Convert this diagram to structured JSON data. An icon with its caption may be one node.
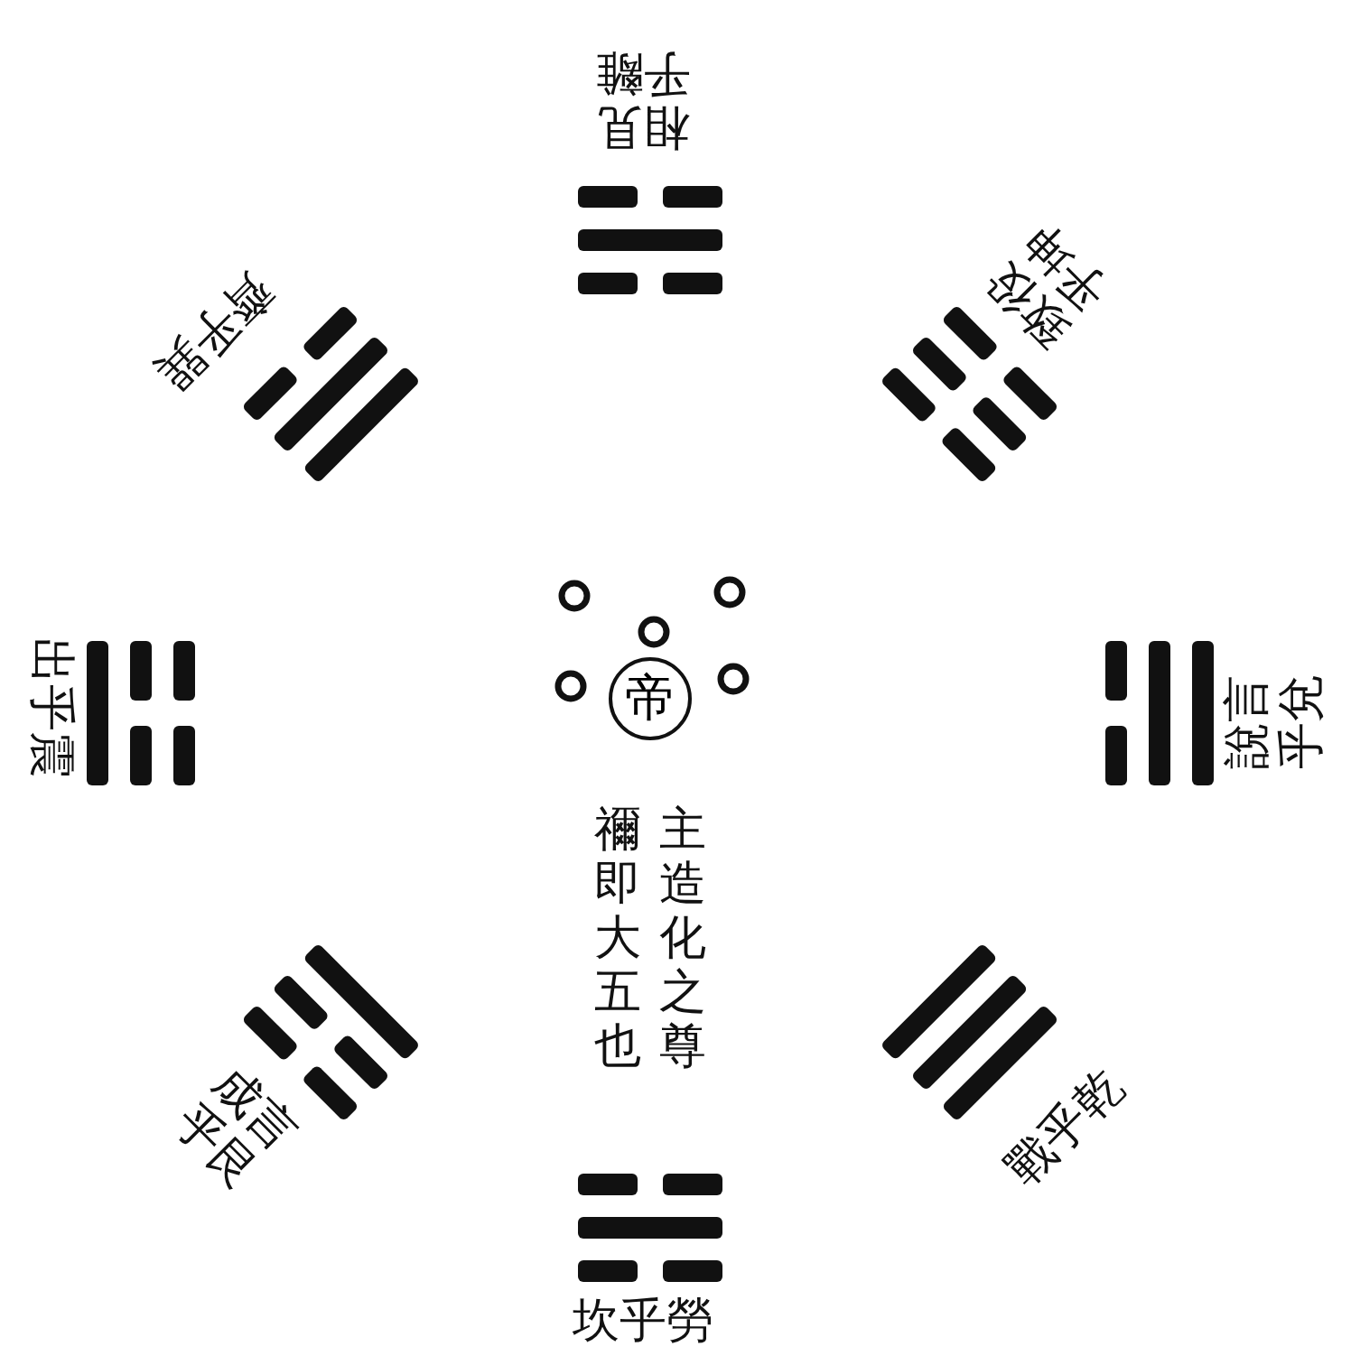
{
  "diagram": {
    "nodes": [
      {
        "text": [
          "帝"
        ]
      }
    ],
    "labels": [
      "相見乎離",
      "齊乎巽",
      "致役乎坤",
      "出乎震",
      "說言乎兌",
      "主造化之尊",
      "禰即大五也",
      "成言乎艮",
      "戰乎乾",
      "坎乎勞"
    ]
  }
}
